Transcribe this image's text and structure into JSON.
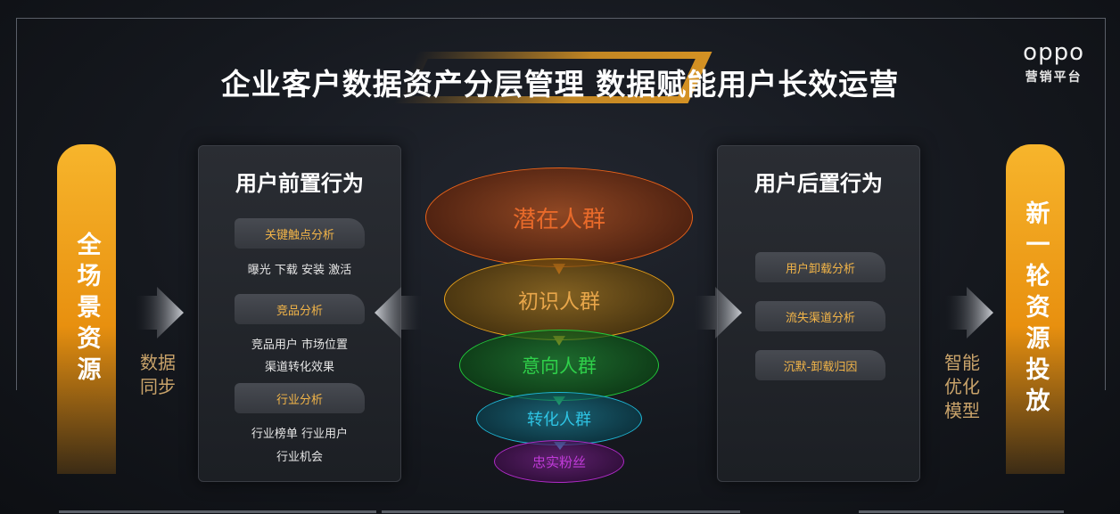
{
  "title": "企业客户数据资产分层管理  数据赋能用户长效运营",
  "brand": {
    "logo": "oppo",
    "subtitle": "营销平台"
  },
  "left_pillar": "全场景资源",
  "right_pillar": "新一轮资源投放",
  "left_side_label": "数据\n同步",
  "right_side_label": "智能\n优化\n模型",
  "pre_panel": {
    "title": "用户前置行为",
    "groups": [
      {
        "tag": "关键触点分析",
        "details": [
          "曝光   下载   安装   激活"
        ]
      },
      {
        "tag": "竞品分析",
        "details": [
          "竞品用户   市场位置",
          "渠道转化效果"
        ]
      },
      {
        "tag": "行业分析",
        "details": [
          "行业榜单   行业用户",
          "行业机会"
        ]
      }
    ]
  },
  "post_panel": {
    "title": "用户后置行为",
    "tags": [
      "用户卸载分析",
      "流失渠道分析",
      "沉默-卸载归因"
    ]
  },
  "funnel": [
    {
      "label": "潜在人群",
      "color": "#e8621a"
    },
    {
      "label": "初识人群",
      "color": "#e8a11a"
    },
    {
      "label": "意向人群",
      "color": "#22c93a"
    },
    {
      "label": "转化人群",
      "color": "#1fb7d6"
    },
    {
      "label": "忠实粉丝",
      "color": "#b12bc9"
    }
  ]
}
